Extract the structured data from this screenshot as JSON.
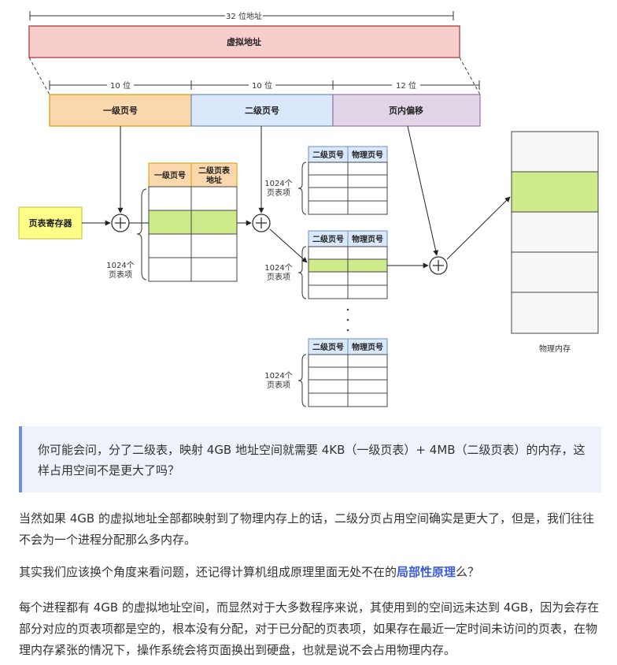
{
  "diagram": {
    "bits32_label": "32 位地址",
    "virtual_address": "虚拟地址",
    "bits10_a": "10 位",
    "bits10_b": "10 位",
    "bits12": "12 位",
    "field_level1": "一级页号",
    "field_level2": "二级页号",
    "field_offset": "页内偏移",
    "page_table_register": "页表寄存器",
    "l1_col1": "一级页号",
    "l1_col2_line1": "二级页表",
    "l1_col2_line2": "地址",
    "entries_count": "1024个",
    "entries_unit": "页表项",
    "l2_col1": "二级页号",
    "l2_col2": "物理页号",
    "ellipsis": "· · ·",
    "physical_memory": "物理内存",
    "colors": {
      "orange": "#fad7ac",
      "blue": "#dae8fc",
      "purple": "#e1d5e7",
      "red": "#f8cecc",
      "yellow": "#ffff88",
      "green": "#cdeb8b"
    }
  },
  "callout": {
    "text": "你可能会问，分了二级表，映射 4GB 地址空间就需要 4KB（一级页表）+ 4MB（二级页表）的内存，这样占用空间不是更大了吗？"
  },
  "paragraphs": {
    "p1": "当然如果 4GB 的虚拟地址全部都映射到了物理内存上的话，二级分页占用空间确实是更大了，但是，我们往往不会为一个进程分配那么多内存。",
    "p2_before": "其实我们应该换个角度来看问题，还记得计算机组成原理里面无处不在的",
    "p2_highlight": "局部性原理",
    "p2_after": "么？",
    "p3": "每个进程都有 4GB 的虚拟地址空间，而显然对于大多数程序来说，其使用到的空间远未达到 4GB，因为会存在部分对应的页表项都是空的，根本没有分配，对于已分配的页表项，如果存在最近一定时间未访问的页表，在物理内存紧张的情况下，操作系统会将页面换出到硬盘，也就是说不会占用物理内存。"
  }
}
